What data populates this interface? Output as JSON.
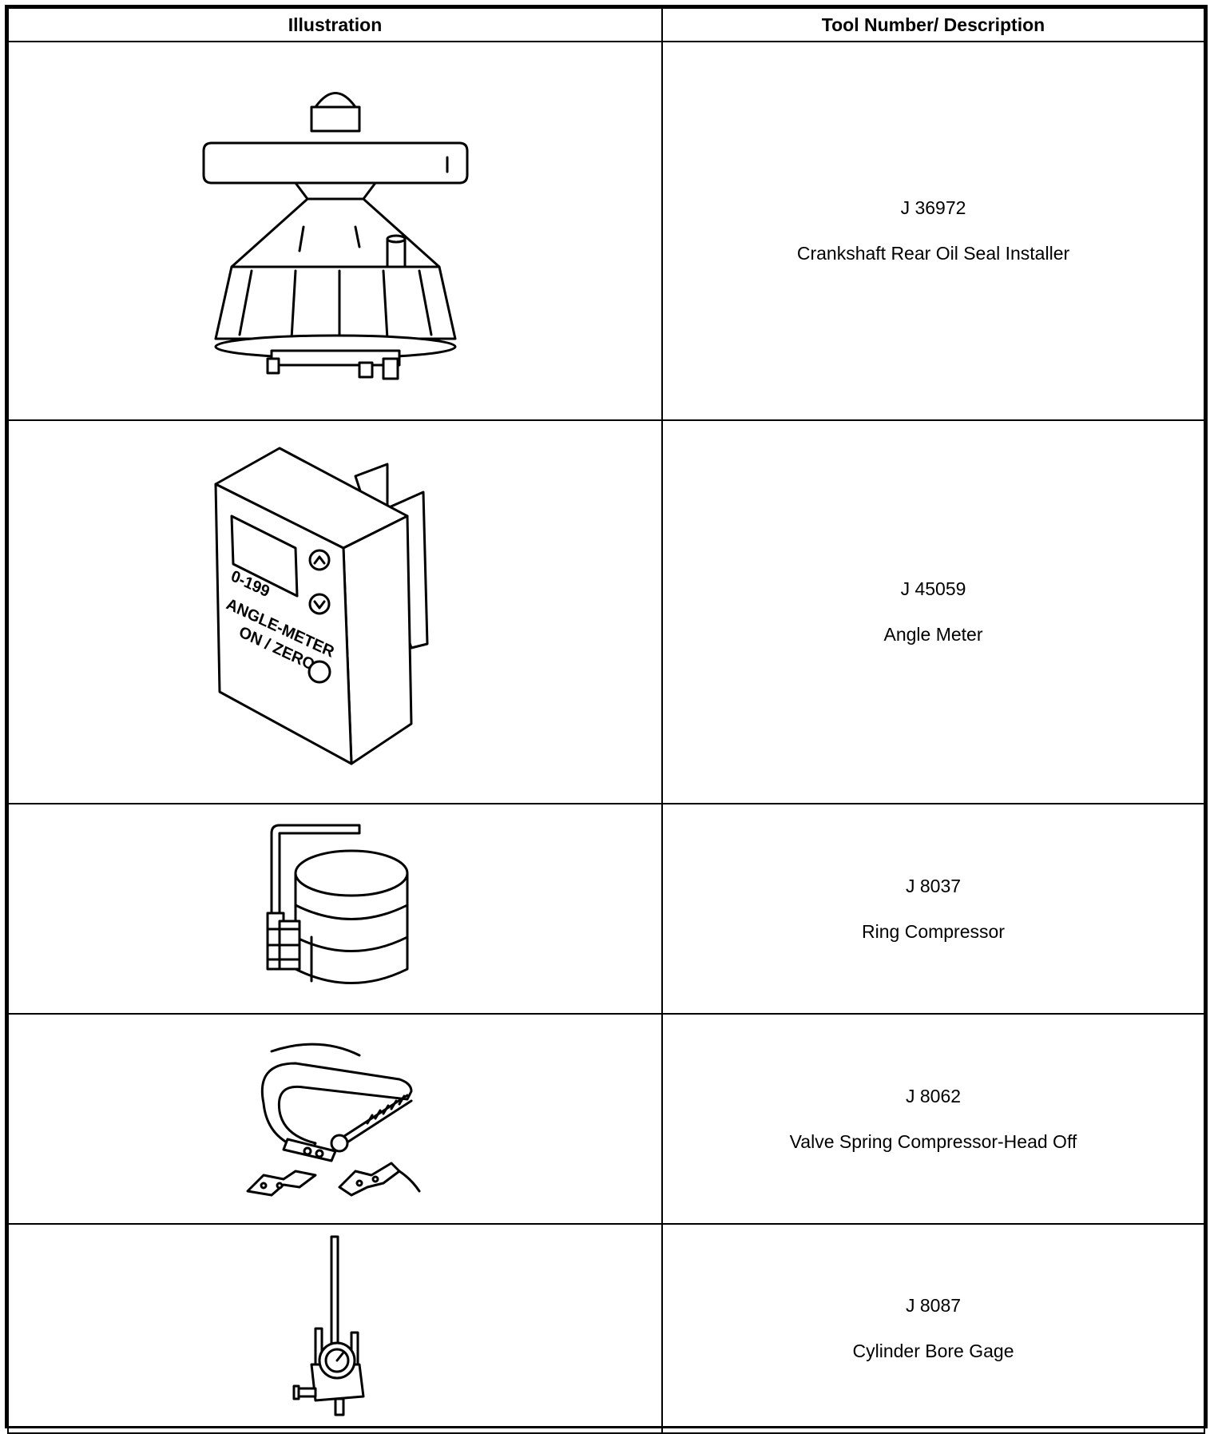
{
  "table": {
    "header": {
      "illustration": "Illustration",
      "description": "Tool Number/ Description"
    },
    "rows": [
      {
        "number": "J 36972",
        "name": "Crankshaft Rear Oil Seal Installer",
        "icon": "seal-installer-icon"
      },
      {
        "number": "J 45059",
        "name": "Angle Meter",
        "icon": "angle-meter-icon",
        "device_labels": {
          "range": "0-199",
          "model": "ANGLE-METER",
          "button": "ON / ZERO"
        }
      },
      {
        "number": "J 8037",
        "name": "Ring Compressor",
        "icon": "ring-compressor-icon"
      },
      {
        "number": "J 8062",
        "name": "Valve Spring Compressor-Head Off",
        "icon": "valve-spring-compressor-icon"
      },
      {
        "number": "J 8087",
        "name": "Cylinder Bore Gage",
        "icon": "bore-gage-icon"
      }
    ]
  }
}
